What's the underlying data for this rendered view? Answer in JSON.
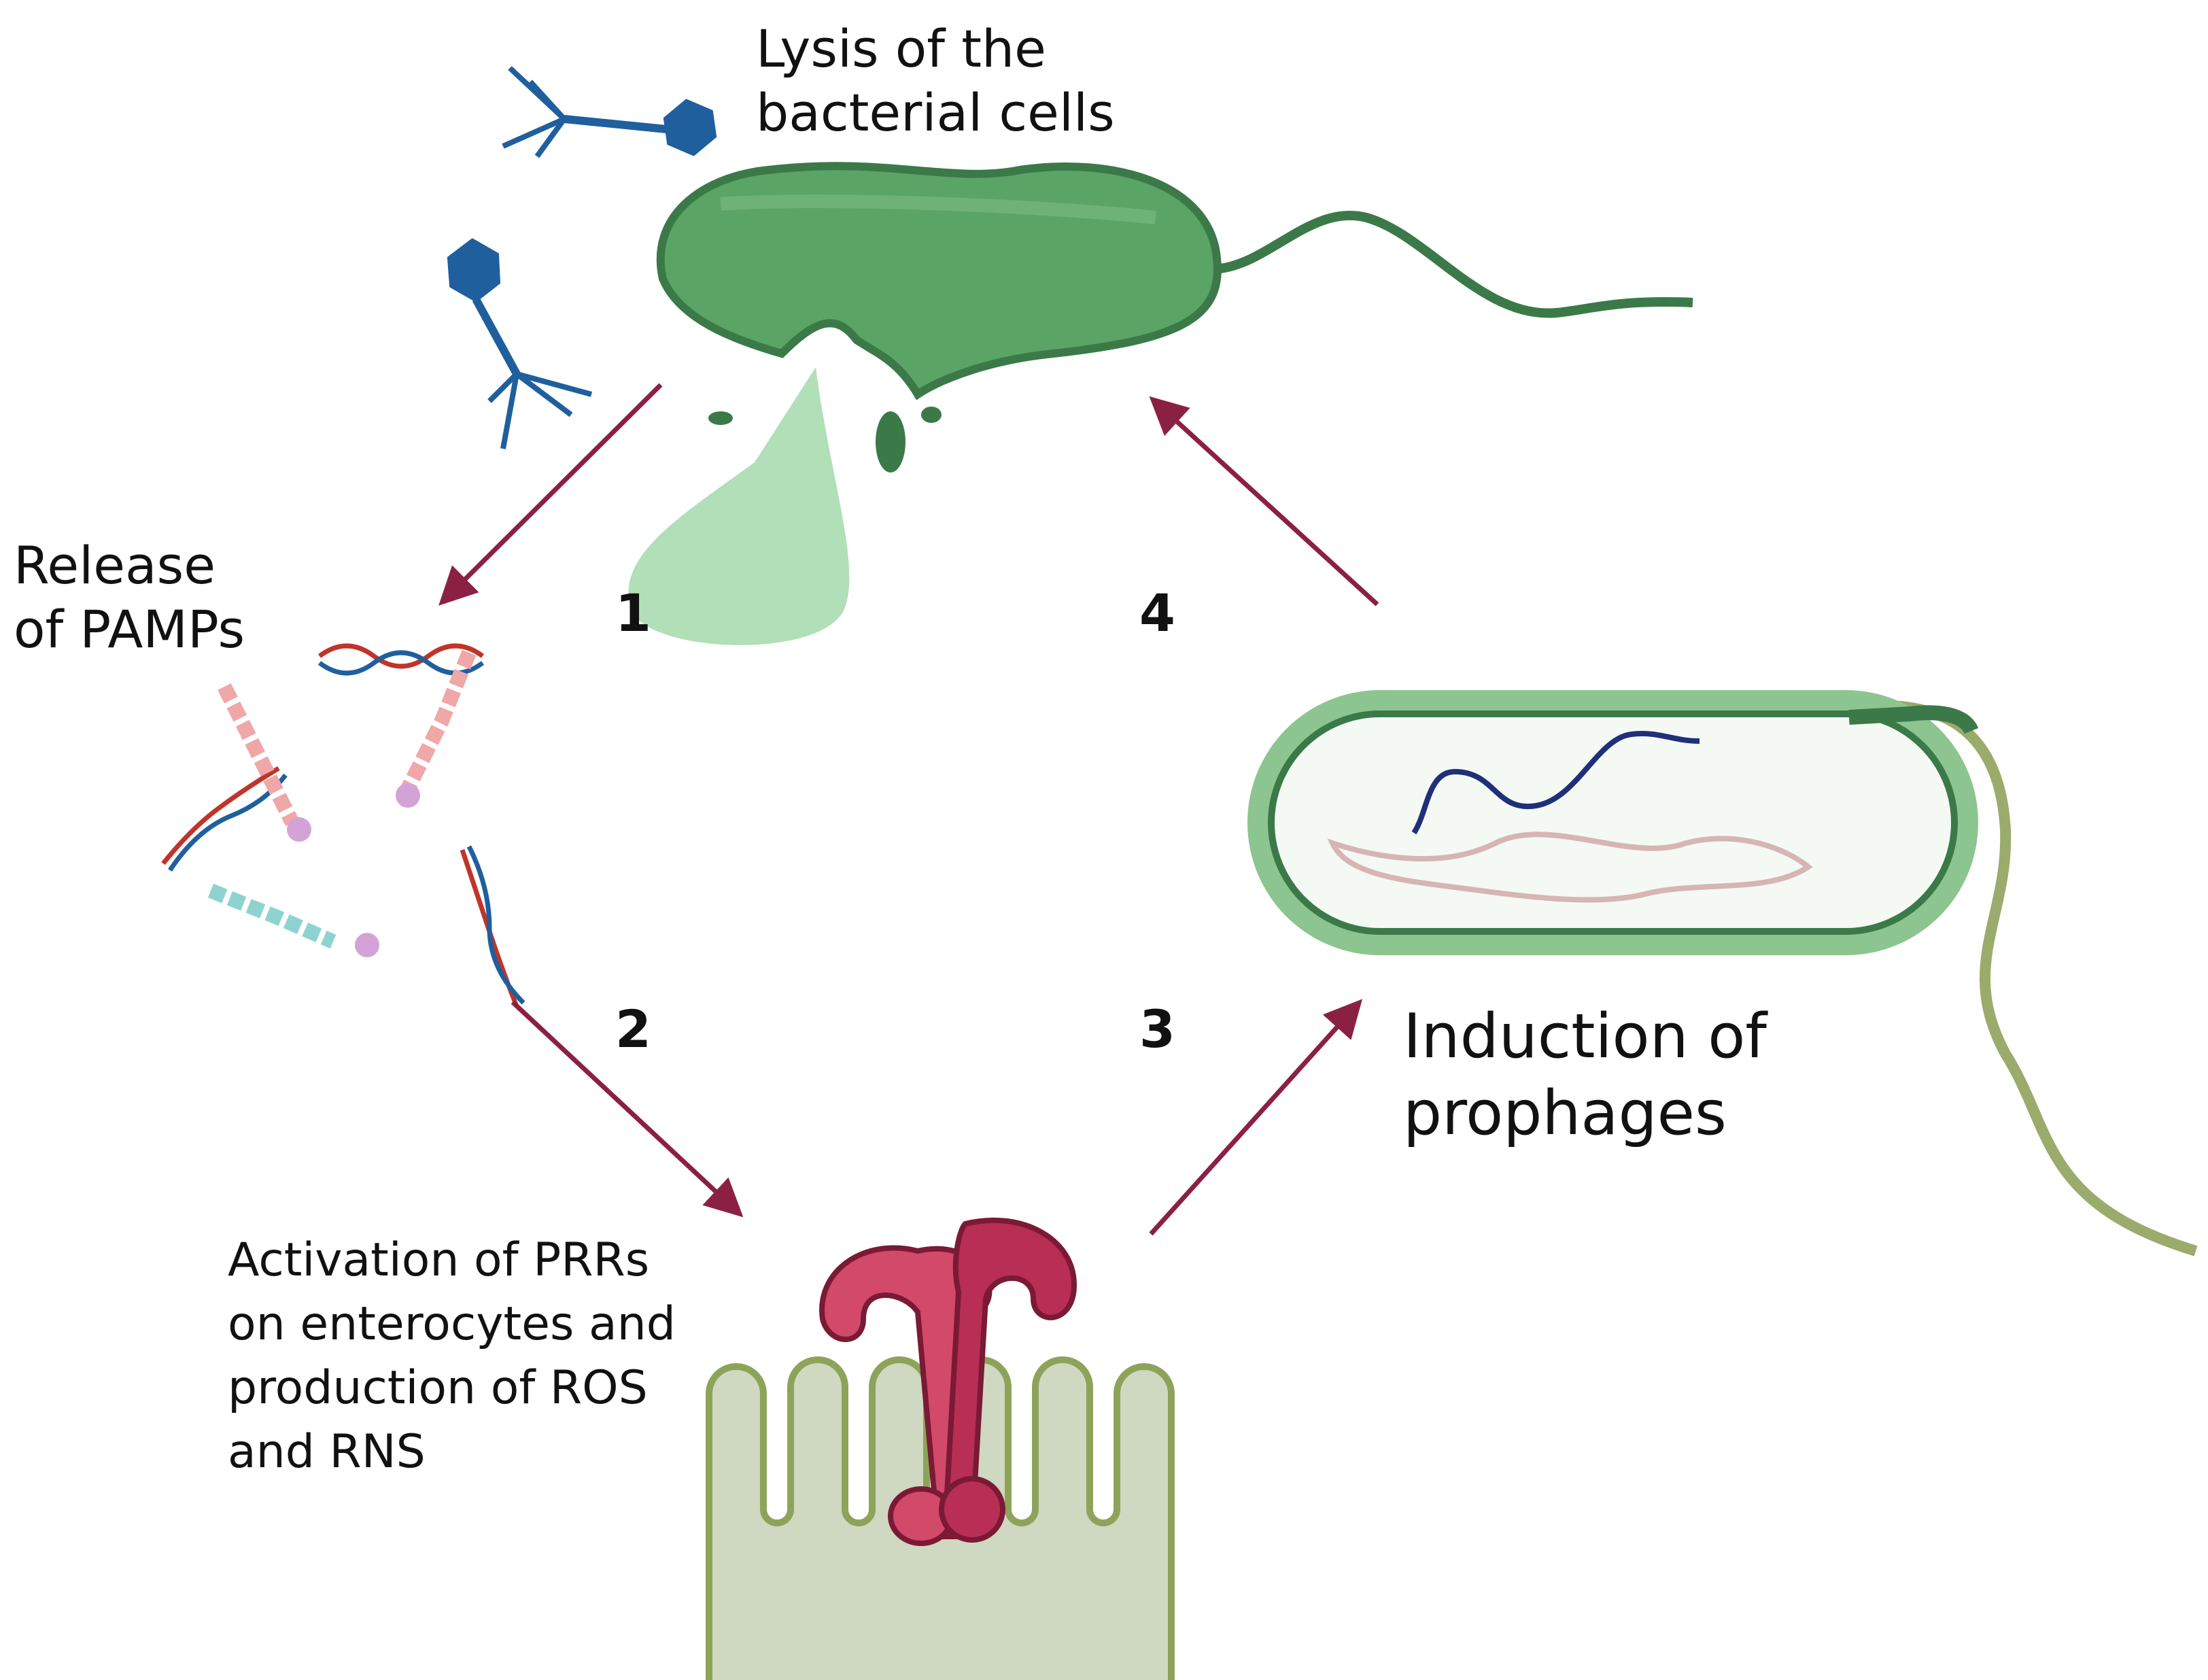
{
  "labels": {
    "lysis": [
      "Lysis of the",
      "bacterial cells"
    ],
    "pamps": [
      "Release",
      "of PAMPs"
    ],
    "prophages": [
      "Induction of",
      "prophages"
    ],
    "prr": [
      "Activation of PRRs",
      "on enterocytes and",
      "production of ROS",
      "and RNS"
    ]
  },
  "steps": [
    "1",
    "2",
    "3",
    "4"
  ],
  "colors": {
    "arrow": "#8b2142",
    "bacterium": "#5aa466",
    "bacterium_outline": "#3b7a48",
    "splash": "#a8dbb0",
    "phage": "#1f5f9e",
    "prophage_cell": "#8cc58f",
    "prophage_dna": "#1f2f7a",
    "chromosome": "#d7b5b5",
    "receptor": "#c8385c",
    "villi": "#cfd8c0",
    "villi_outline": "#8ea35a"
  }
}
